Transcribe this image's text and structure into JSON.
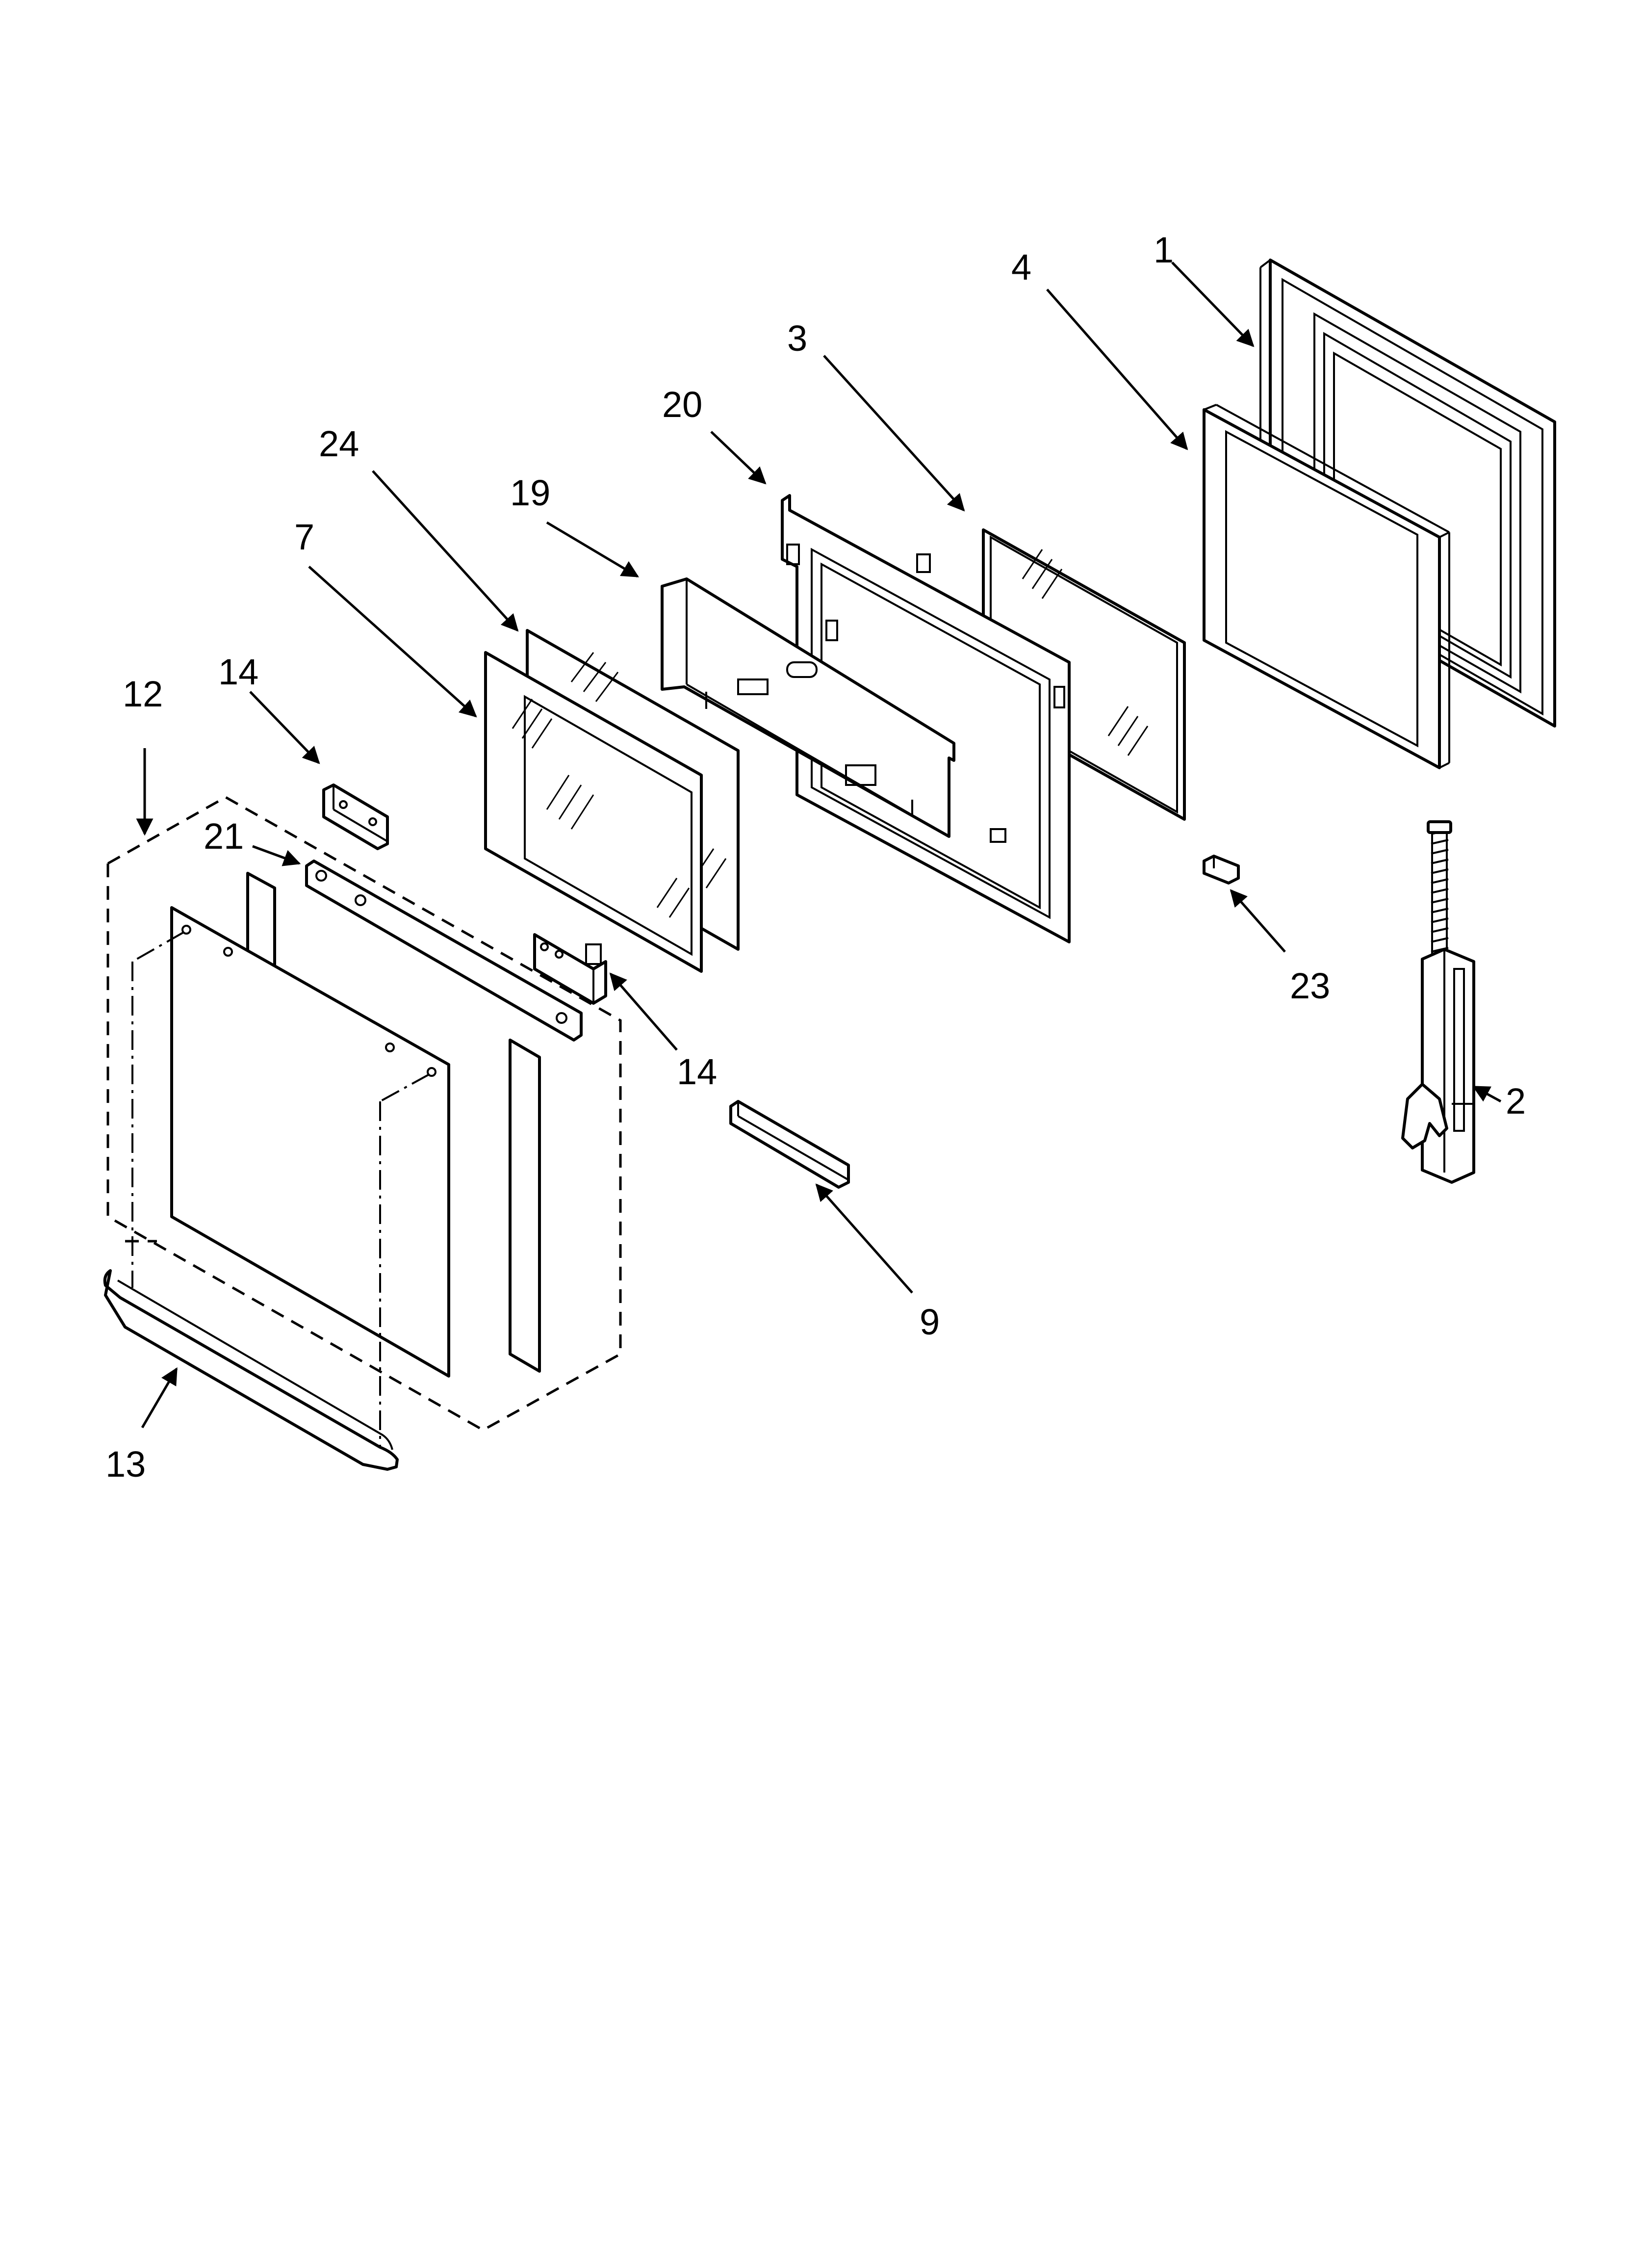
{
  "callouts": {
    "p1": "1",
    "p2": "2",
    "p3": "3",
    "p4": "4",
    "p7": "7",
    "p9": "9",
    "p12": "12",
    "p13": "13",
    "p14a": "14",
    "p14b": "14",
    "p19": "19",
    "p20": "20",
    "p21": "21",
    "p23": "23",
    "p24": "24"
  },
  "colors": {
    "line": "#000000",
    "background": "#ffffff"
  }
}
